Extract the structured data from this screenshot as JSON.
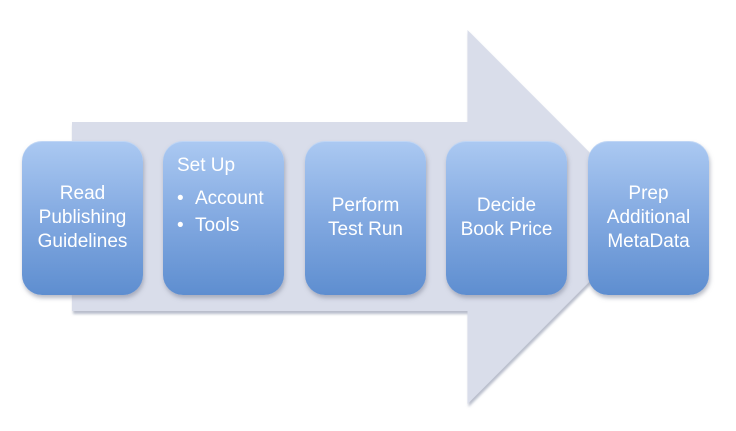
{
  "colors": {
    "background": "#ffffff",
    "arrow_fill": "#d9ddea",
    "arrow_shadow": "#9aa1b5",
    "box_gradient_top": "#abc9f2",
    "box_gradient_mid": "#81a8e0",
    "box_gradient_bottom": "#5e8ed0",
    "box_text": "#ffffff"
  },
  "bullet_char": "•",
  "diagram_type": "process-flow-arrow",
  "steps": [
    {
      "lines": [
        "Read",
        "Publishing",
        "Guidelines"
      ]
    },
    {
      "title": "Set Up",
      "bullets": [
        "Account",
        "Tools"
      ]
    },
    {
      "lines": [
        "Perform",
        "Test Run"
      ]
    },
    {
      "lines": [
        "Decide",
        "Book Price"
      ]
    },
    {
      "lines": [
        "Prep",
        "Additional",
        "MetaData"
      ]
    }
  ]
}
